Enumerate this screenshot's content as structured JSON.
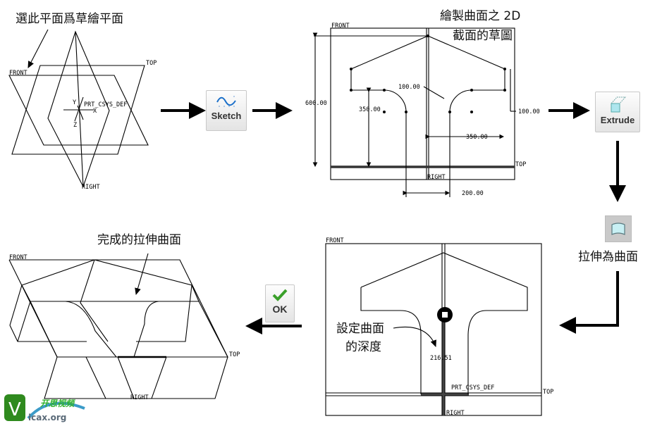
{
  "captions": {
    "select_plane": "選此平面爲草繪平面",
    "draw_sketch_1": "繪製曲面之 2D",
    "draw_sketch_2": "截面的草圖",
    "extrude_as_surface": "拉伸為曲面",
    "set_depth_1": "設定曲面",
    "set_depth_2": "的深度",
    "finished_surface": "完成的拉伸曲面"
  },
  "buttons": {
    "sketch": "Sketch",
    "extrude": "Extrude",
    "ok": "OK"
  },
  "datums": {
    "front": "FRONT",
    "top": "TOP",
    "right": "RIGHT",
    "csys": "PRT_CSYS_DEF",
    "x": "X",
    "y": "Y",
    "z": "Z"
  },
  "dimensions": {
    "height": "600.00",
    "neck": "350.00",
    "radius": "100.00",
    "side": "100.00",
    "half_width": "350.00",
    "gap": "200.00",
    "depth": "216.51"
  },
  "watermark": {
    "brand": "开思视频",
    "site": "icax.org"
  },
  "colors": {
    "ok_check": "#3aa02a",
    "icon_fill": "#aee6ee",
    "logo_green": "#2f8a1e"
  }
}
